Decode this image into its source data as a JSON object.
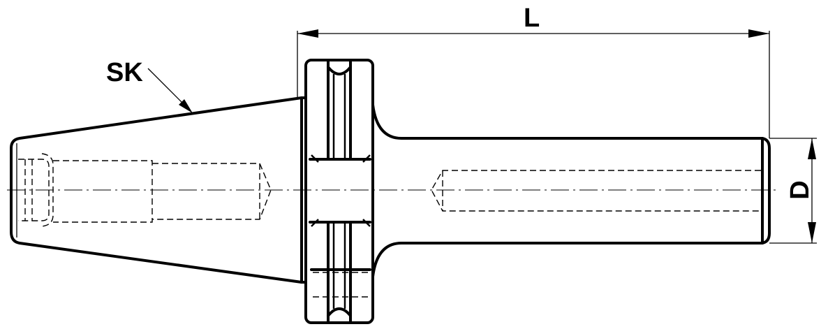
{
  "labels": {
    "length": "L",
    "diameter": "D",
    "taper": "SK"
  }
}
